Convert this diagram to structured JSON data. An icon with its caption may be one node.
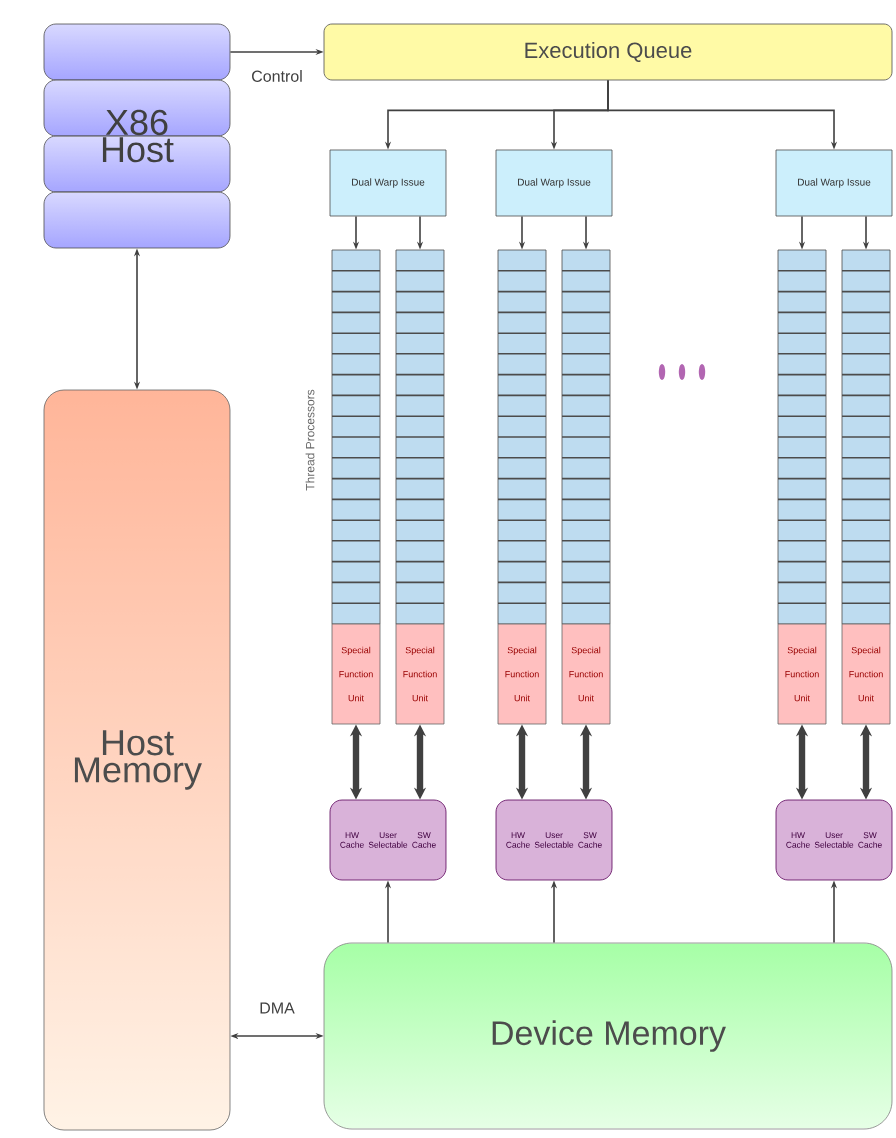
{
  "diagram": {
    "nodes": [
      {
        "text": [
          "X86 Host"
        ]
      },
      {
        "text": [
          "Host Memory"
        ]
      },
      {
        "text": [
          "Execution Queue"
        ]
      },
      {
        "text": [
          "Device Memory"
        ]
      },
      {
        "text": [
          "Dual Warp Issue"
        ]
      },
      {
        "text": [],
        "shape": "bar"
      },
      {
        "text": [],
        "shape": "bar"
      },
      {
        "text": [
          "Special Function Unit"
        ]
      },
      {
        "text": [
          "Special Function Unit"
        ]
      },
      {
        "text": [
          "HW Cache",
          "User Selectable",
          "SW Cache"
        ]
      },
      {
        "text": [
          "Dual Warp Issue"
        ]
      },
      {
        "text": [],
        "shape": "bar"
      },
      {
        "text": [],
        "shape": "bar"
      },
      {
        "text": [
          "Special Function Unit"
        ]
      },
      {
        "text": [
          "Special Function Unit"
        ]
      },
      {
        "text": [
          "HW Cache",
          "User Selectable",
          "SW Cache"
        ]
      },
      {
        "text": [
          "Dual Warp Issue"
        ]
      },
      {
        "text": [],
        "shape": "bar"
      },
      {
        "text": [],
        "shape": "bar"
      },
      {
        "text": [
          "Special Function Unit"
        ]
      },
      {
        "text": [
          "Special Function Unit"
        ]
      },
      {
        "text": [
          "HW Cache",
          "User Selectable",
          "SW Cache"
        ]
      }
    ],
    "edges": [
      {
        "from": 0,
        "to": 2,
        "arrow": "to",
        "label": "Control"
      },
      {
        "from": 0,
        "to": 1,
        "arrow": "both"
      },
      {
        "from": 1,
        "to": 3,
        "arrow": "both",
        "label": "DMA"
      },
      {
        "from": 2,
        "to": 4,
        "arrow": "to"
      },
      {
        "from": 4,
        "to": 5,
        "arrow": "to"
      },
      {
        "from": 4,
        "to": 6,
        "arrow": "to"
      },
      {
        "from": 7,
        "to": 9,
        "arrow": "both",
        "style": "thick"
      },
      {
        "from": 8,
        "to": 9,
        "arrow": "both",
        "style": "thick"
      },
      {
        "from": 3,
        "to": 9,
        "arrow": "to"
      },
      {
        "from": 2,
        "to": 10,
        "arrow": "to"
      },
      {
        "from": 10,
        "to": 11,
        "arrow": "to"
      },
      {
        "from": 10,
        "to": 12,
        "arrow": "to"
      },
      {
        "from": 13,
        "to": 15,
        "arrow": "both",
        "style": "thick"
      },
      {
        "from": 14,
        "to": 15,
        "arrow": "both",
        "style": "thick"
      },
      {
        "from": 3,
        "to": 15,
        "arrow": "to"
      },
      {
        "from": 2,
        "to": 16,
        "arrow": "to"
      },
      {
        "from": 16,
        "to": 17,
        "arrow": "to"
      },
      {
        "from": 16,
        "to": 18,
        "arrow": "to"
      },
      {
        "from": 19,
        "to": 21,
        "arrow": "both",
        "style": "thick"
      },
      {
        "from": 20,
        "to": 21,
        "arrow": "both",
        "style": "thick"
      },
      {
        "from": 3,
        "to": 21,
        "arrow": "to"
      }
    ],
    "labels": [
      "Thread Processors"
    ]
  }
}
